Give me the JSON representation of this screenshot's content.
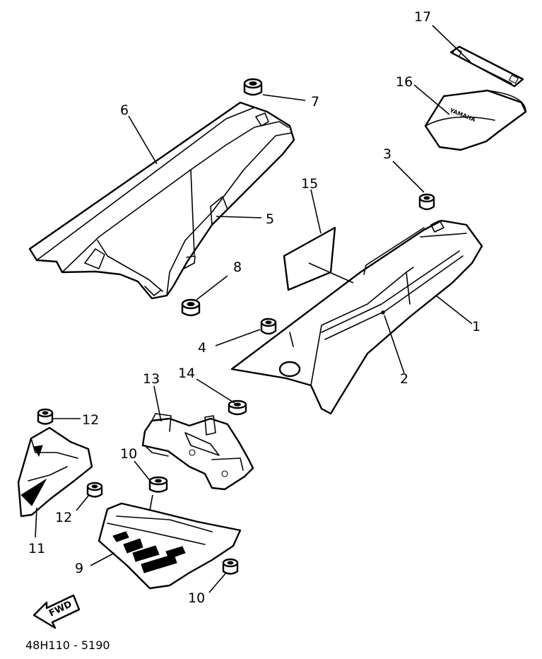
{
  "callouts": {
    "p1": "1",
    "p2": "2",
    "p3": "3",
    "p4": "4",
    "p5": "5",
    "p6": "6",
    "p7": "7",
    "p8": "8",
    "p9": "9",
    "p10a": "10",
    "p10b": "10",
    "p11": "11",
    "p12a": "12",
    "p12b": "12",
    "p13": "13",
    "p14": "14",
    "p15": "15",
    "p16": "16",
    "p17": "17"
  },
  "fwd_label": "FWD",
  "pouch_print": "YAMAHA",
  "drawing_code": "48H110 - 5190"
}
